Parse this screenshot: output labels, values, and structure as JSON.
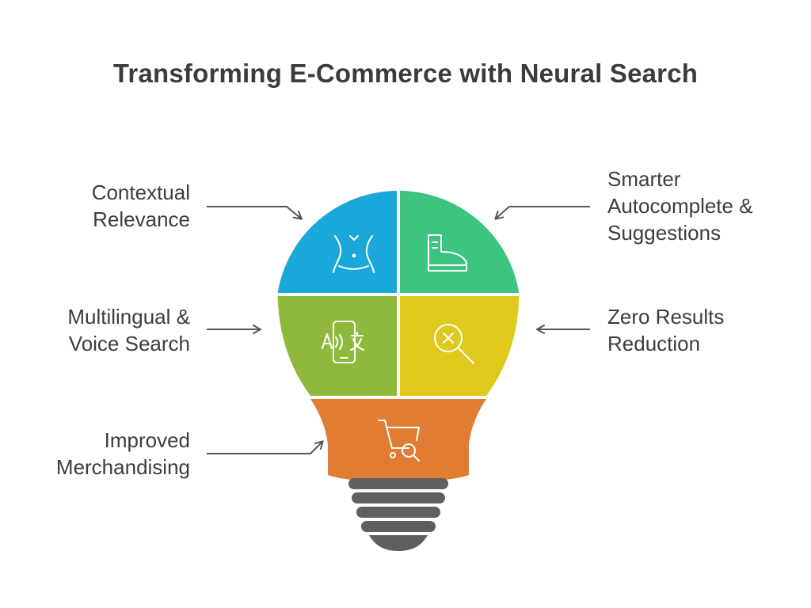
{
  "title": "Transforming E-Commerce with Neural Search",
  "segments": [
    {
      "id": "contextual",
      "lines": [
        "Contextual",
        "Relevance"
      ],
      "color": "#1aa7da",
      "icon": "waist-icon"
    },
    {
      "id": "autocomplete",
      "lines": [
        "Smarter",
        "Autocomplete &",
        "Suggestions"
      ],
      "color": "#3cc480",
      "icon": "boot-icon"
    },
    {
      "id": "multilingual",
      "lines": [
        "Multilingual &",
        "Voice Search"
      ],
      "color": "#8fb93c",
      "icon": "phone-translate-icon"
    },
    {
      "id": "zero",
      "lines": [
        "Zero Results",
        "Reduction"
      ],
      "color": "#dec91c",
      "icon": "search-x-icon"
    },
    {
      "id": "merch",
      "lines": [
        "Improved",
        "Merchandising"
      ],
      "color": "#e07d32",
      "icon": "cart-search-icon"
    }
  ],
  "base_color": "#5f5f5f",
  "text_color": "#3d3d3d"
}
